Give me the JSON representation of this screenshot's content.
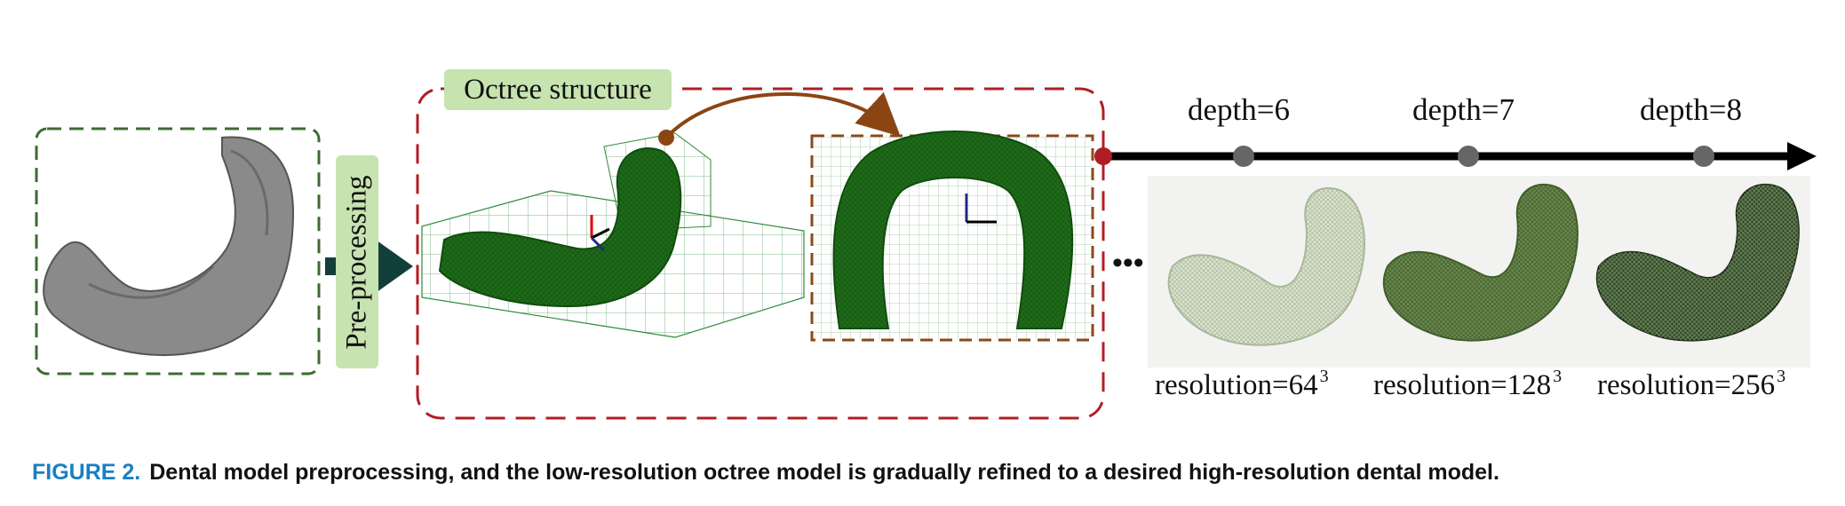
{
  "labels": {
    "octree_structure": "Octree structure",
    "preprocessing": "Pre-processing",
    "ellipsis": "•••"
  },
  "timeline": {
    "depths": [
      "depth=6",
      "depth=7",
      "depth=8"
    ],
    "resolutions": [
      {
        "base": "resolution=64",
        "exp": "3"
      },
      {
        "base": "resolution=128",
        "exp": "3"
      },
      {
        "base": "resolution=256",
        "exp": "3"
      }
    ]
  },
  "caption": {
    "tag": "FIGURE 2.",
    "text": "Dental model preprocessing, and the low-resolution octree model is gradually refined to a desired high-resolution dental model."
  },
  "colors": {
    "caption_tag": "#1a7fc1",
    "label_bg": "#c6e3b0",
    "dashed_green": "#3d6b32",
    "dashed_red": "#b01e24",
    "dashed_brown": "#8a4a1c",
    "arrow_brown": "#8b4513",
    "model_gray": "#8a8a8a",
    "model_green": "#1f6b1a",
    "arrow_dark": "#133f3a"
  }
}
